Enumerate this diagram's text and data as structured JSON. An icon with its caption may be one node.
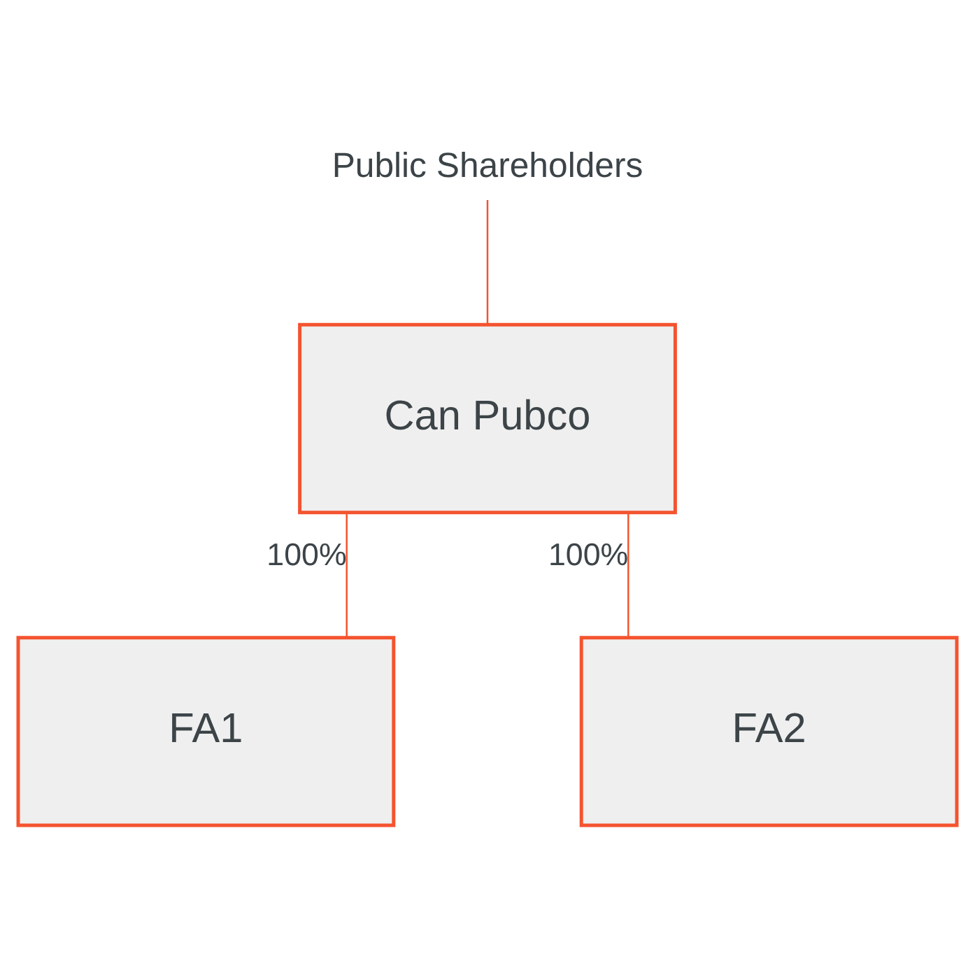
{
  "diagram": {
    "nodes": [
      {
        "text": [
          "Public Shareholders"
        ]
      },
      {
        "text": [
          "Can Pubco"
        ]
      },
      {
        "text": [
          "FA1"
        ]
      },
      {
        "text": [
          "FA2"
        ]
      }
    ],
    "edges": [
      {
        "from": 0,
        "to": 1,
        "arrow": "none"
      },
      {
        "from": 1,
        "to": 2,
        "arrow": "none",
        "label": "100%"
      },
      {
        "from": 1,
        "to": 3,
        "arrow": "none",
        "label": "100%"
      }
    ]
  }
}
